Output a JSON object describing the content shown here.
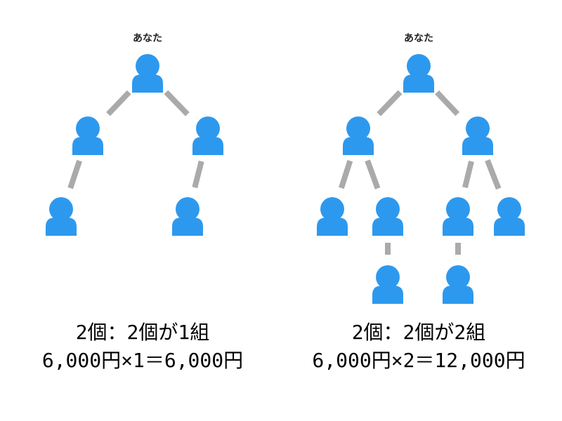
{
  "colors": {
    "person": "#2d99ee",
    "edge": "#aaaaaa",
    "text": "#000000"
  },
  "node_icon": "person-icon",
  "panels": [
    {
      "id": "left",
      "root_label": "あなた",
      "caption_line1": "2個：2個が1組",
      "caption_line2": "6,000円×1＝6,000円",
      "nodes": [
        "root",
        "l1a",
        "l1b",
        "l2a",
        "l2b"
      ],
      "edges": [
        [
          "root",
          "l1a"
        ],
        [
          "root",
          "l1b"
        ],
        [
          "l1a",
          "l2a"
        ],
        [
          "l1b",
          "l2b"
        ]
      ]
    },
    {
      "id": "right",
      "root_label": "あなた",
      "caption_line1": "2個：2個が2組",
      "caption_line2": "6,000円×2＝12,000円",
      "nodes": [
        "root",
        "r1a",
        "r1b",
        "r2a",
        "r2b",
        "r2c",
        "r2d",
        "r3a",
        "r3b"
      ],
      "edges": [
        [
          "root",
          "r1a"
        ],
        [
          "root",
          "r1b"
        ],
        [
          "r1a",
          "r2a"
        ],
        [
          "r1a",
          "r2b"
        ],
        [
          "r1b",
          "r2c"
        ],
        [
          "r1b",
          "r2d"
        ],
        [
          "r2b",
          "r3a"
        ],
        [
          "r2c",
          "r3b"
        ]
      ]
    }
  ]
}
